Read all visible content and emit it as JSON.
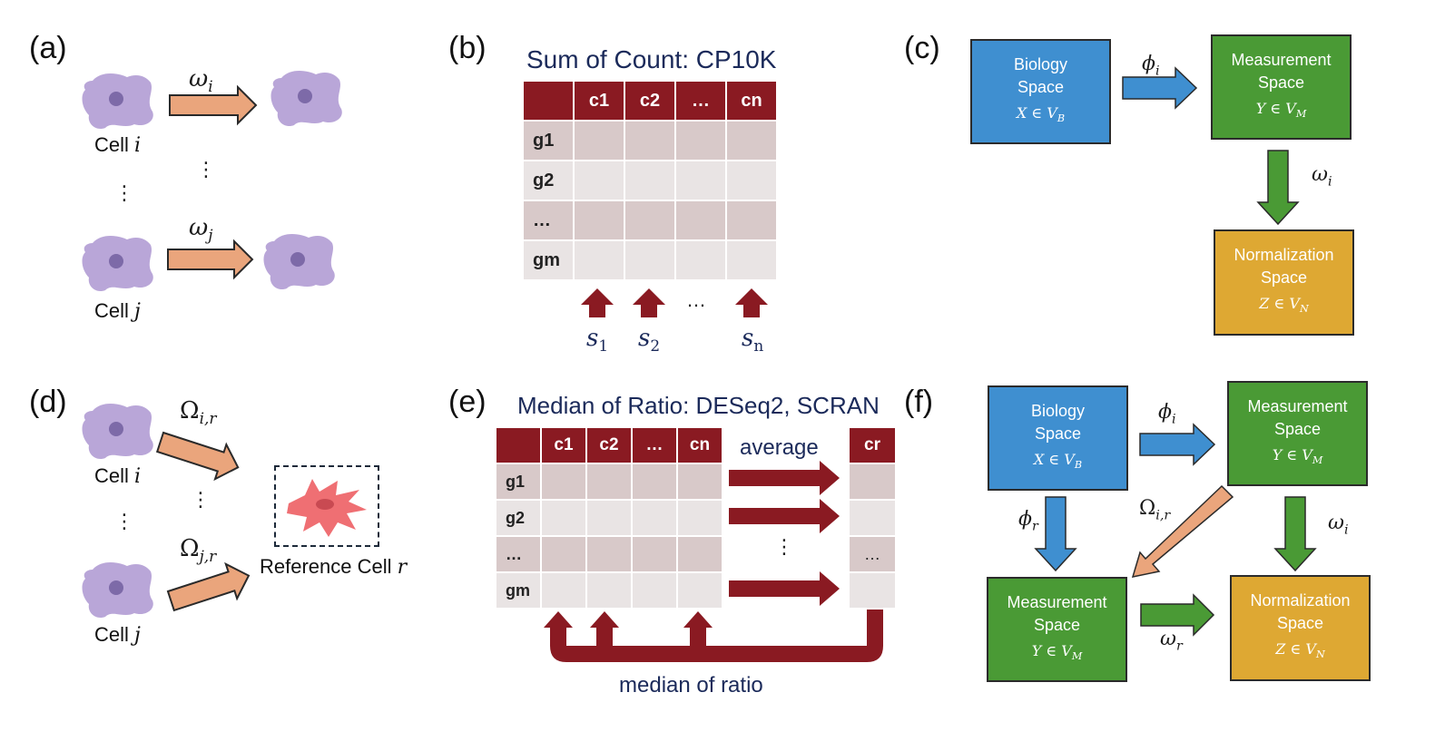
{
  "panels": {
    "a": "(a)",
    "b": "(b)",
    "c": "(c)",
    "d": "(d)",
    "e": "(e)",
    "f": "(f)"
  },
  "panel_a": {
    "cell_i": "Cell ",
    "cell_i_var": "i",
    "cell_j": "Cell ",
    "cell_j_var": "j",
    "omega": "ω",
    "sub_i": "i",
    "sub_j": "j",
    "ellipsis": "⋮"
  },
  "panel_b": {
    "title": "Sum of Count: CP10K",
    "columns": [
      "c1",
      "c2",
      "…",
      "cn"
    ],
    "rows": [
      "g1",
      "g2",
      "…",
      "gm"
    ],
    "ellipsis": "…",
    "s": "s",
    "s_subs": [
      "1",
      "2",
      "n"
    ]
  },
  "panel_c": {
    "biology_line1": "Biology",
    "biology_line2": "Space",
    "biology_math": "X ∈ V",
    "biology_sub": "B",
    "measurement_line1": "Measurement",
    "measurement_line2": "Space",
    "measurement_math": "Y ∈ V",
    "measurement_sub": "M",
    "normalization_line1": "Normalization",
    "normalization_line2": "Space",
    "normalization_math": "Z ∈ V",
    "normalization_sub": "N",
    "phi": "ϕ",
    "phi_sub": "i",
    "omega": "ω",
    "omega_sub": "i"
  },
  "panel_d": {
    "cell_i": "Cell ",
    "cell_i_var": "i",
    "cell_j": "Cell ",
    "cell_j_var": "j",
    "Omega": "Ω",
    "sub_ir": "i,r",
    "sub_jr": "j,r",
    "reference": "Reference Cell ",
    "reference_var": "r",
    "ellipsis": "⋮"
  },
  "panel_e": {
    "title": "Median of Ratio: DESeq2, SCRAN",
    "columns": [
      "c1",
      "c2",
      "…",
      "cn"
    ],
    "rows": [
      "g1",
      "g2",
      "…",
      "gm"
    ],
    "ref_column": "cr",
    "ref_rows": [
      "",
      "",
      "…",
      ""
    ],
    "average": "average",
    "median": "median of ratio",
    "ellipsis": "⋮"
  },
  "panel_f": {
    "biology_line1": "Biology",
    "biology_line2": "Space",
    "biology_math": "X ∈ V",
    "biology_sub": "B",
    "measurement_line1": "Measurement",
    "measurement_line2": "Space",
    "measurement_math": "Y ∈ V",
    "measurement_sub": "M",
    "normalization_line1": "Normalization",
    "normalization_line2": "Space",
    "normalization_math": "Z ∈ V",
    "normalization_sub": "N",
    "phi": "ϕ",
    "phi_i_sub": "i",
    "phi_r_sub": "r",
    "omega": "ω",
    "omega_i_sub": "i",
    "omega_r_sub": "r",
    "Omega": "Ω",
    "Omega_sub": "i,r"
  },
  "colors": {
    "cell": "#b9a6d8",
    "nucleus": "#7d6aa8",
    "ref_cell": "#ef6f73",
    "arrow_salmon": "#eaa57c",
    "table_red": "#8a1a22",
    "blue": "#3f8fd0",
    "green": "#4a9a35",
    "gold": "#dea833",
    "navy_text": "#1b2a5a"
  }
}
